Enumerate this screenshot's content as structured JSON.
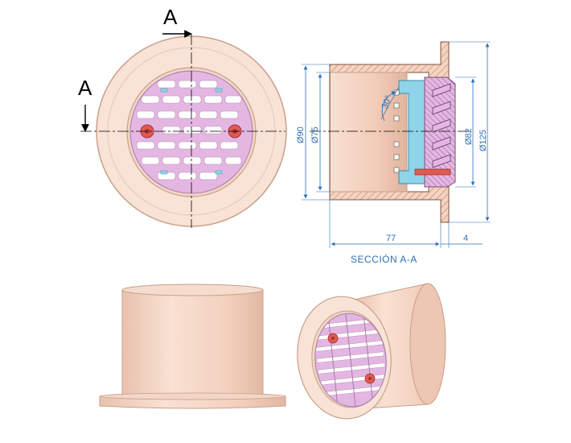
{
  "section_marks": {
    "top": "A",
    "left": "A"
  },
  "dimensions": {
    "d90": "Ø90",
    "d75": "Ø75",
    "d82": "Ø82",
    "d125": "Ø125",
    "angle": "30°",
    "length": "77",
    "flange": "4"
  },
  "caption": "SECCIÓN A-A",
  "colors": {
    "body": "#f4d3c0",
    "body_edge": "#e9bba5",
    "grille": "#e4b7e3",
    "grille_slot": "#ffffff",
    "insert_cyan": "#8fd4e8",
    "screw_red": "#e05a55",
    "dim_blue": "#2f6fb5"
  }
}
